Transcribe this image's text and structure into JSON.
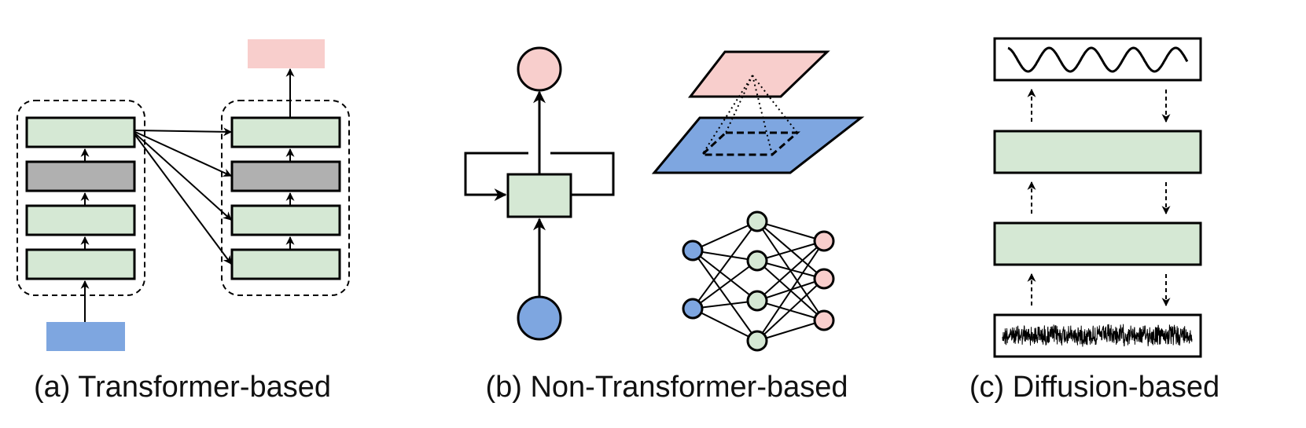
{
  "colors": {
    "green": "#d5e8d4",
    "gray": "#b0b0b0",
    "pink": "#f8cecc",
    "blue": "#7ea6e0",
    "stroke": "#000000"
  },
  "panels": [
    {
      "id": "a",
      "caption": "(a) Transformer-based"
    },
    {
      "id": "b",
      "caption": "(b) Non-Transformer-based"
    },
    {
      "id": "c",
      "caption": "(c) Diffusion-based"
    }
  ]
}
